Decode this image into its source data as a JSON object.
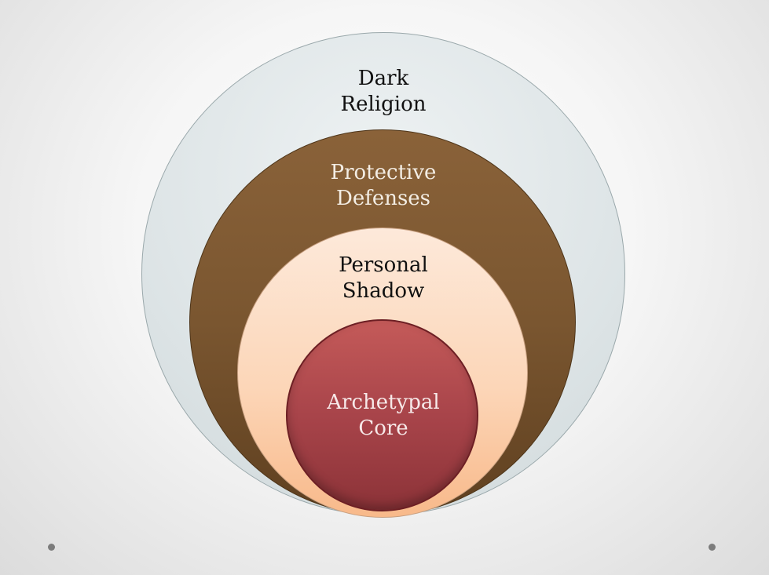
{
  "diagram": {
    "layers": [
      {
        "id": "outer",
        "line1": "Dark",
        "line2": "Religion"
      },
      {
        "id": "brown",
        "line1": "Protective",
        "line2": "Defenses"
      },
      {
        "id": "peach",
        "line1": "Personal",
        "line2": "Shadow"
      },
      {
        "id": "core",
        "line1": "Archetypal",
        "line2": "Core"
      }
    ]
  }
}
